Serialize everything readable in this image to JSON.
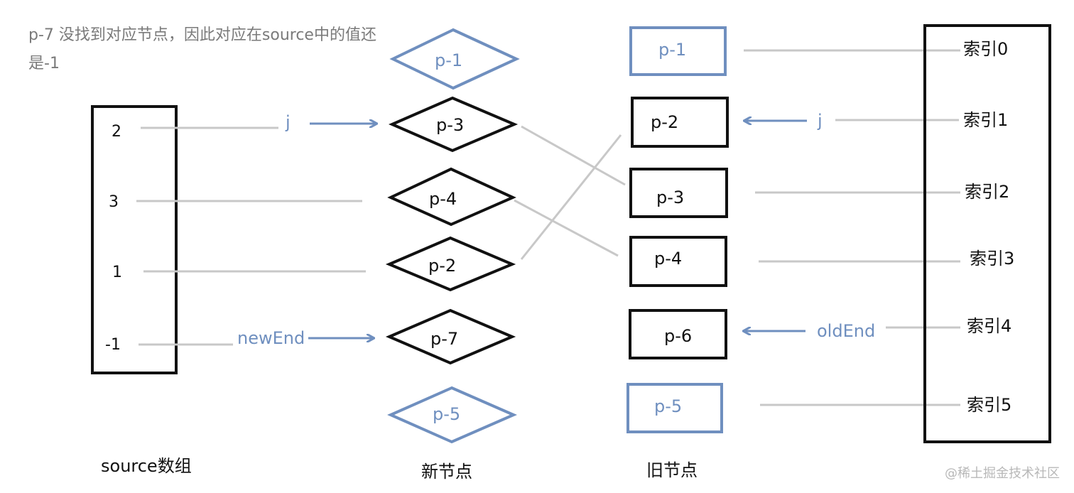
{
  "note": "p-7 没找到对应节点，因此对应在source中的值还是-1",
  "source_array": {
    "label": "source数组",
    "values": [
      "2",
      "3",
      "1",
      "-1"
    ]
  },
  "new_nodes": {
    "label": "新节点",
    "items": [
      "p-1",
      "p-3",
      "p-4",
      "p-2",
      "p-7",
      "p-5"
    ]
  },
  "old_nodes": {
    "label": "旧节点",
    "items": [
      "p-1",
      "p-2",
      "p-3",
      "p-4",
      "p-6",
      "p-5"
    ]
  },
  "index_labels": [
    "索引0",
    "索引1",
    "索引2",
    "索引3",
    "索引4",
    "索引5"
  ],
  "pointers": {
    "j_new": "j",
    "new_end": "newEnd",
    "j_old": "j",
    "old_end": "oldEnd"
  },
  "watermark": "@稀土掘金技术社区",
  "colors": {
    "blue": "#6f8fbf",
    "gray": "#c8c8c8",
    "black": "#111111",
    "note": "#7a7a7a"
  }
}
